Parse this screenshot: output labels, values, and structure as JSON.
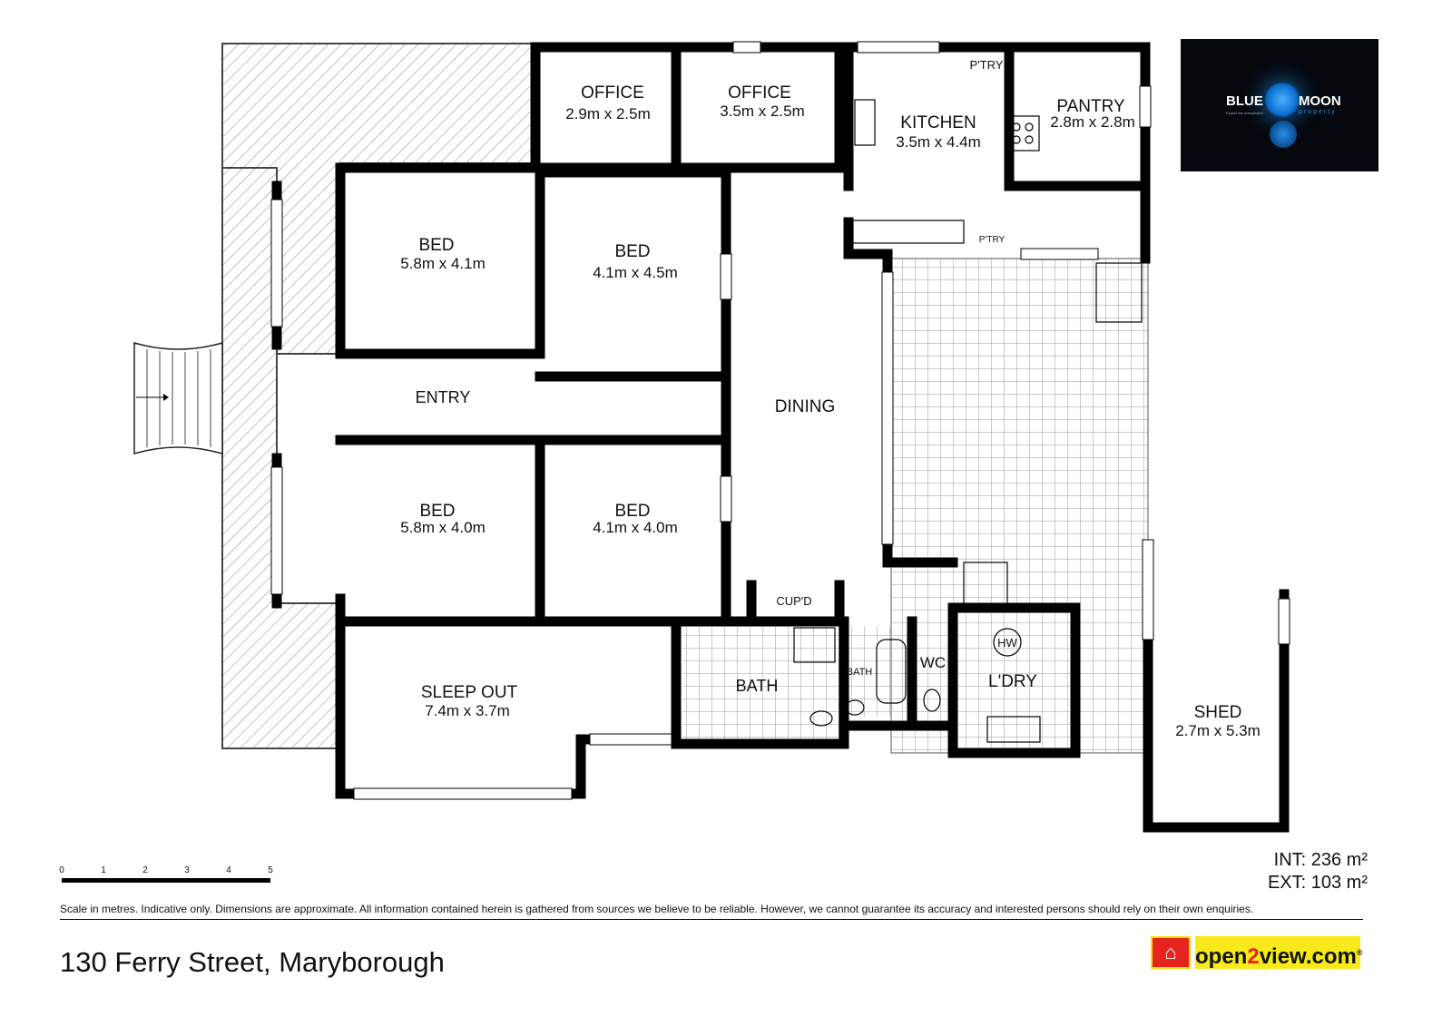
{
  "rooms": {
    "office1": {
      "name": "OFFICE",
      "dim": "2.9m x 2.5m"
    },
    "office2": {
      "name": "OFFICE",
      "dim": "3.5m x 2.5m"
    },
    "kitchen": {
      "name": "KITCHEN",
      "dim": "3.5m x 4.4m"
    },
    "pantry": {
      "name": "PANTRY",
      "dim": "2.8m x 2.8m"
    },
    "ptry1": {
      "name": "P'TRY"
    },
    "ptry2": {
      "name": "P'TRY"
    },
    "bed1": {
      "name": "BED",
      "dim": "5.8m x 4.1m"
    },
    "bed2": {
      "name": "BED",
      "dim": "4.1m x 4.5m"
    },
    "entry": {
      "name": "ENTRY"
    },
    "dining": {
      "name": "DINING"
    },
    "bed3": {
      "name": "BED",
      "dim": "5.8m x 4.0m"
    },
    "bed4": {
      "name": "BED",
      "dim": "4.1m x 4.0m"
    },
    "cupd": {
      "name": "CUP'D"
    },
    "sleepout": {
      "name": "SLEEP OUT",
      "dim": "7.4m x 3.7m"
    },
    "bath1": {
      "name": "BATH"
    },
    "bath2": {
      "name": "BATH"
    },
    "wc": {
      "name": "WC"
    },
    "hw": {
      "name": "HW"
    },
    "laundry": {
      "name": "L'DRY"
    },
    "shed": {
      "name": "SHED",
      "dim": "2.7m x 5.3m"
    }
  },
  "logo": {
    "word1": "BLUE",
    "word2": "MOON",
    "sub": "property",
    "tagline": "Expect the unexpected"
  },
  "scale": {
    "ticks": [
      "0",
      "1",
      "2",
      "3",
      "4",
      "5"
    ]
  },
  "area": {
    "int": "INT: 236 m²",
    "ext": "EXT: 103 m²"
  },
  "disclaimer": "Scale in metres. Indicative only. Dimensions are approximate. All information contained herein is gathered from sources we believe to be reliable. However, we cannot guarantee its accuracy and interested persons should rely on their own enquiries.",
  "address": "130 Ferry Street, Maryborough",
  "brand": {
    "pre": "open",
    "two": "2",
    "post": "view.com",
    "reg": "®"
  },
  "colors": {
    "wall": "#000000",
    "logo_bg": "#05080c",
    "brand_yellow": "#f7ea18",
    "brand_red": "#e52420"
  }
}
